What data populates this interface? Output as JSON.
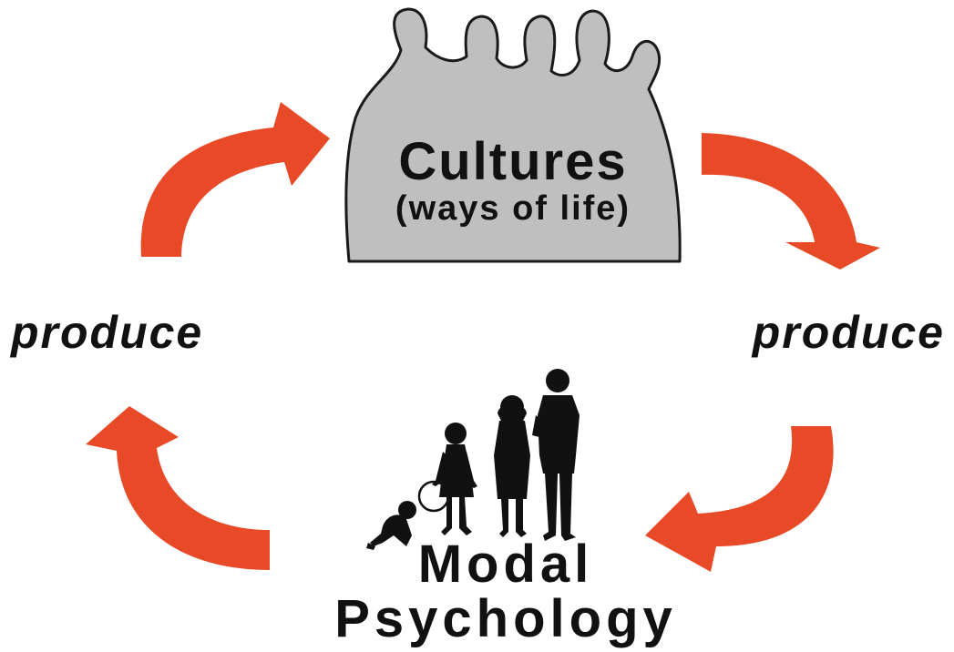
{
  "diagram": {
    "culture_node": {
      "title": "Cultures",
      "subtitle": "(ways of life)",
      "fill": "#bfbfbf",
      "outline": "#1a1a1a"
    },
    "edge_labels": {
      "left": "produce",
      "right": "produce"
    },
    "psychology_node": {
      "line1": "Modal",
      "line2": "Psychology",
      "silhouette_color": "#111111"
    },
    "arrow_color": "#e84a28",
    "icons": [
      "culture-blob-icon",
      "family-silhouette-icon",
      "baby-crawling-icon",
      "child-with-hoop-icon",
      "woman-silhouette-icon",
      "man-silhouette-icon",
      "curved-arrow-icon"
    ]
  }
}
